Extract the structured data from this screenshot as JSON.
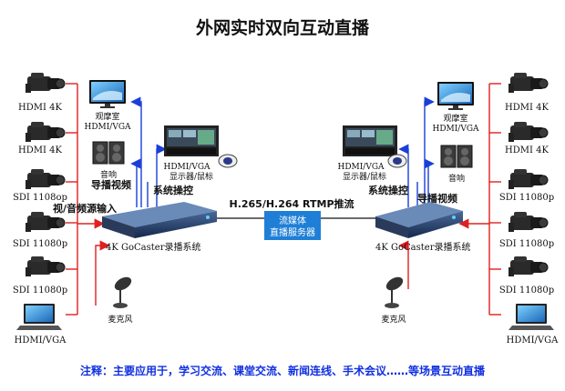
{
  "title": "外网实时双向互动直播",
  "protocol_label": "H.265/H.264 RTMP推流",
  "server": {
    "line1": "流媒体",
    "line2": "直播服务器"
  },
  "left": {
    "cameras": [
      "HDMI 4K",
      "HDMI 4K",
      "SDI 1108op",
      "SDI 11080p",
      "SDI 11080p"
    ],
    "laptop": "HDMI/VGA",
    "monitor": {
      "line1": "观摩室",
      "line2": "HDMI/VGA"
    },
    "speaker": "音响",
    "console": {
      "line1": "HDMI/VGA",
      "line2": "显示器/鼠标"
    },
    "guide_video": "导播视频",
    "system_control": "系统操控",
    "av_input": "视/音频源输入",
    "recorder": "4K GoCaster录播系统",
    "mic": "麦克风"
  },
  "right": {
    "cameras": [
      "HDMI 4K",
      "HDMI 4K",
      "SDI 11080p",
      "SDI 11080p",
      "SDI 11080p"
    ],
    "laptop": "HDMI/VGA",
    "monitor": {
      "line1": "观摩室",
      "line2": "HDMI/VGA"
    },
    "speaker": "音响",
    "console": {
      "line1": "HDMI/VGA",
      "line2": "显示器/鼠标"
    },
    "guide_video": "导播视频",
    "system_control": "系统操控",
    "recorder": "4K GoCaster录播系统",
    "mic": "麦克风"
  },
  "note": "注释：主要应用于，学习交流、课堂交流、新闻连线、手术会议……等场景互动直播",
  "colors": {
    "red_link": "#e02020",
    "blue_link": "#1a3fd8",
    "server_bg": "#1f7fd6",
    "note_text": "#1030e0"
  }
}
